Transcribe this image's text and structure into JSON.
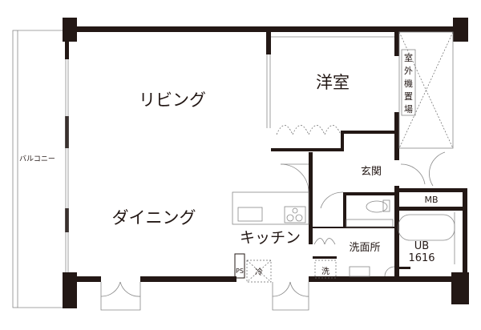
{
  "rooms": {
    "living": "リビング",
    "bedroom": "洋室",
    "dining": "ダイニング",
    "kitchen": "キッチン",
    "entrance": "玄関",
    "washroom": "洗面所",
    "balcony": "バルコニー",
    "outdoor_unit": [
      "室",
      "外",
      "機",
      "置",
      "場"
    ],
    "mb": "MB",
    "ub": "UB",
    "ub_size": "1616",
    "ps": "PS",
    "fridge": "冷",
    "washer": "洗"
  },
  "colors": {
    "wall": "#231815"
  }
}
